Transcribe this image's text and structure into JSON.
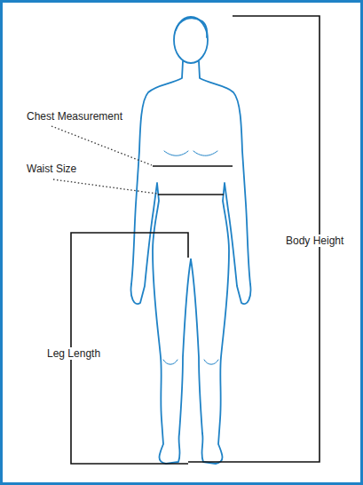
{
  "diagram": {
    "labels": [
      "Chest Measurement",
      "Waist Size",
      "Body Height",
      "Leg Length"
    ]
  }
}
